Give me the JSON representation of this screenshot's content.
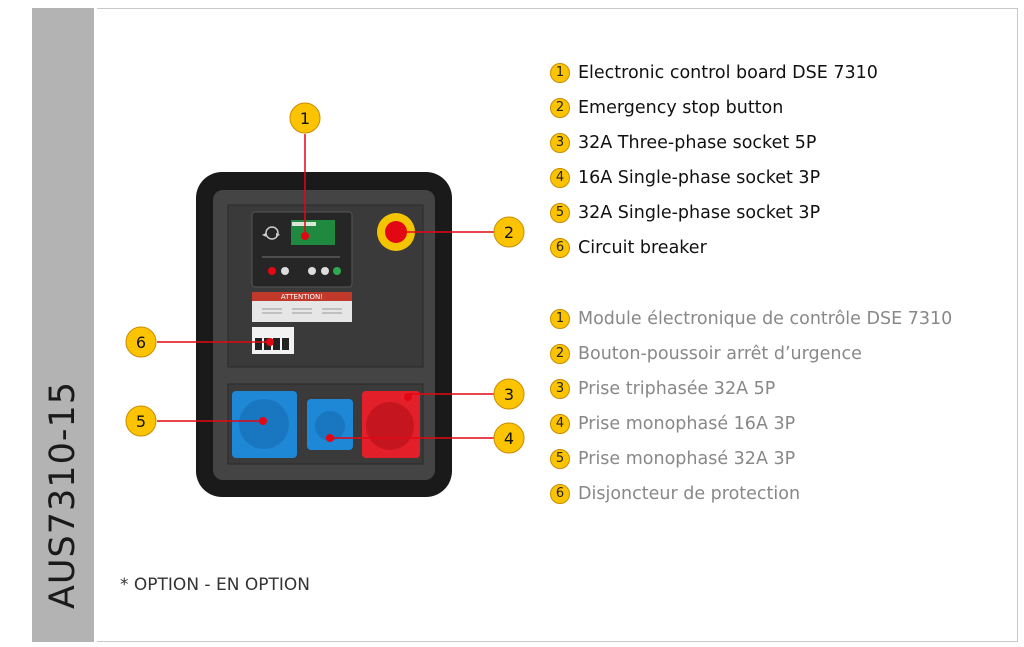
{
  "side_title": "AUS7310-15",
  "option_note": "* OPTION - EN OPTION",
  "legend_en": [
    {
      "num": "1",
      "label": "Electronic control board DSE 7310"
    },
    {
      "num": "2",
      "label": "Emergency stop button"
    },
    {
      "num": "3",
      "label": "32A Three-phase socket 5P"
    },
    {
      "num": "4",
      "label": "16A Single-phase socket 3P"
    },
    {
      "num": "5",
      "label": "32A Single-phase socket 3P"
    },
    {
      "num": "6",
      "label": "Circuit breaker"
    }
  ],
  "legend_fr": [
    {
      "num": "1",
      "label": "Module électronique de contrôle DSE 7310"
    },
    {
      "num": "2",
      "label": "Bouton-poussoir arrêt d’urgence"
    },
    {
      "num": "3",
      "label": "Prise triphasée 32A 5P"
    },
    {
      "num": "4",
      "label": "Prise monophasé 16A 3P"
    },
    {
      "num": "5",
      "label": "Prise monophasé 32A 3P"
    },
    {
      "num": "6",
      "label": "Disjoncteur de protection"
    }
  ],
  "callouts": [
    "1",
    "2",
    "3",
    "4",
    "5",
    "6"
  ],
  "panel_label": "ATTENTION!",
  "colors": {
    "badge": "#fcc400",
    "leader": "#e30613",
    "socket_blue": "#1e88d6",
    "socket_red": "#e3202a",
    "enclosure": "#1a1a1a",
    "panel": "#3a3a3a"
  }
}
